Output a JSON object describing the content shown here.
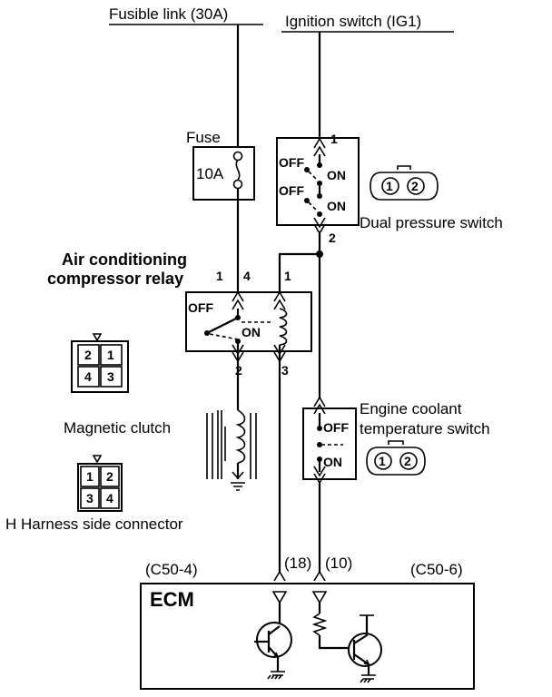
{
  "labels": {
    "fusible_link": "Fusible link (30A)",
    "ignition_switch": "Ignition switch (IG1)",
    "fuse": "Fuse",
    "fuse_rating": "10A",
    "dual_pressure_switch": "Dual pressure switch",
    "relay_line1": "Air conditioning",
    "relay_line2": "compressor relay",
    "magnetic_clutch": "Magnetic clutch",
    "coolant_line1": "Engine coolant",
    "coolant_line2": "temperature switch",
    "harness_connector": "H Harness side connector",
    "ecm": "ECM",
    "c50_4": "(C50-4)",
    "c50_6": "(C50-6)",
    "pin_18": "(18)",
    "pin_10": "(10)"
  },
  "switch_states": {
    "off": "OFF",
    "on": "ON"
  },
  "pins": {
    "dps_1": "1",
    "dps_2": "2",
    "relay_1_left": "1",
    "relay_4": "4",
    "relay_1_right": "1",
    "relay_2": "2",
    "relay_3": "3"
  },
  "connectors": {
    "relay_connector": [
      "2",
      "1",
      "4",
      "3"
    ],
    "harness_connector": [
      "1",
      "2",
      "3",
      "4"
    ],
    "dps_connector": [
      "1",
      "2"
    ],
    "coolant_connector": [
      "1",
      "2"
    ]
  }
}
